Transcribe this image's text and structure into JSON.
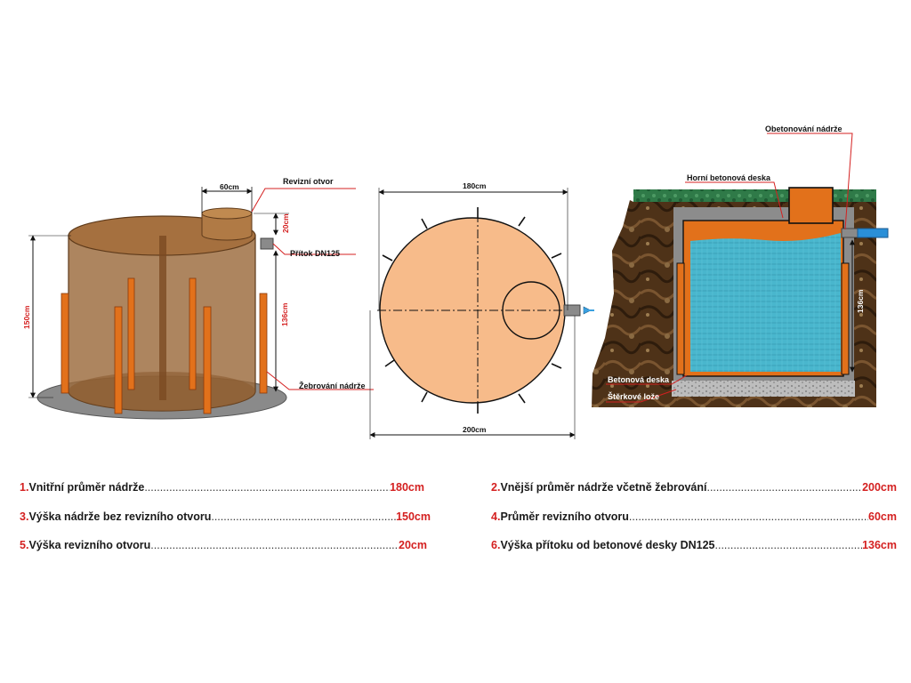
{
  "tank_view": {
    "inspection_width": "60cm",
    "inspection_label": "Revizní otvor",
    "inspection_height": "20cm",
    "inlet_label": "Přítok DN125",
    "height_left": "150cm",
    "height_right": "136cm",
    "ribs_label": "Žebrování nádrže"
  },
  "top_view": {
    "inner_diameter": "180cm",
    "outer_diameter": "200cm"
  },
  "section_view": {
    "concrete_encasing_label": "Obetonování nádrže",
    "top_slab_label": "Horní betonová deska",
    "height_label": "136cm",
    "concrete_slab_label": "Betonová deska",
    "gravel_label": "Štěrkové lože"
  },
  "specs": [
    {
      "num": "1.",
      "label": "Vnitřní průměr nádrže",
      "value": "180cm"
    },
    {
      "num": "2.",
      "label": "Vnější průměr nádrže včetně žebrování",
      "value": "200cm"
    },
    {
      "num": "3.",
      "label": "Výška nádrže bez revizního otvoru",
      "value": "150cm"
    },
    {
      "num": "4.",
      "label": "Průměr revizního otvoru",
      "value": "60cm"
    },
    {
      "num": "5.",
      "label": "Výška revizního otvoru",
      "value": "20cm"
    },
    {
      "num": "6.",
      "label": "Výška přítoku od betonové desky DN125",
      "value": "136cm"
    }
  ],
  "colors": {
    "tank_brown": "#9b6a3c",
    "rib_orange": "#e2711b",
    "top_view_fill": "#f7bb8a",
    "water_blue": "#46b5cc",
    "soil_brown": "#5a3a1c",
    "grass_green": "#2e7d4a",
    "concrete_gray": "#8c8c8c",
    "annotation_red": "#d42020"
  }
}
